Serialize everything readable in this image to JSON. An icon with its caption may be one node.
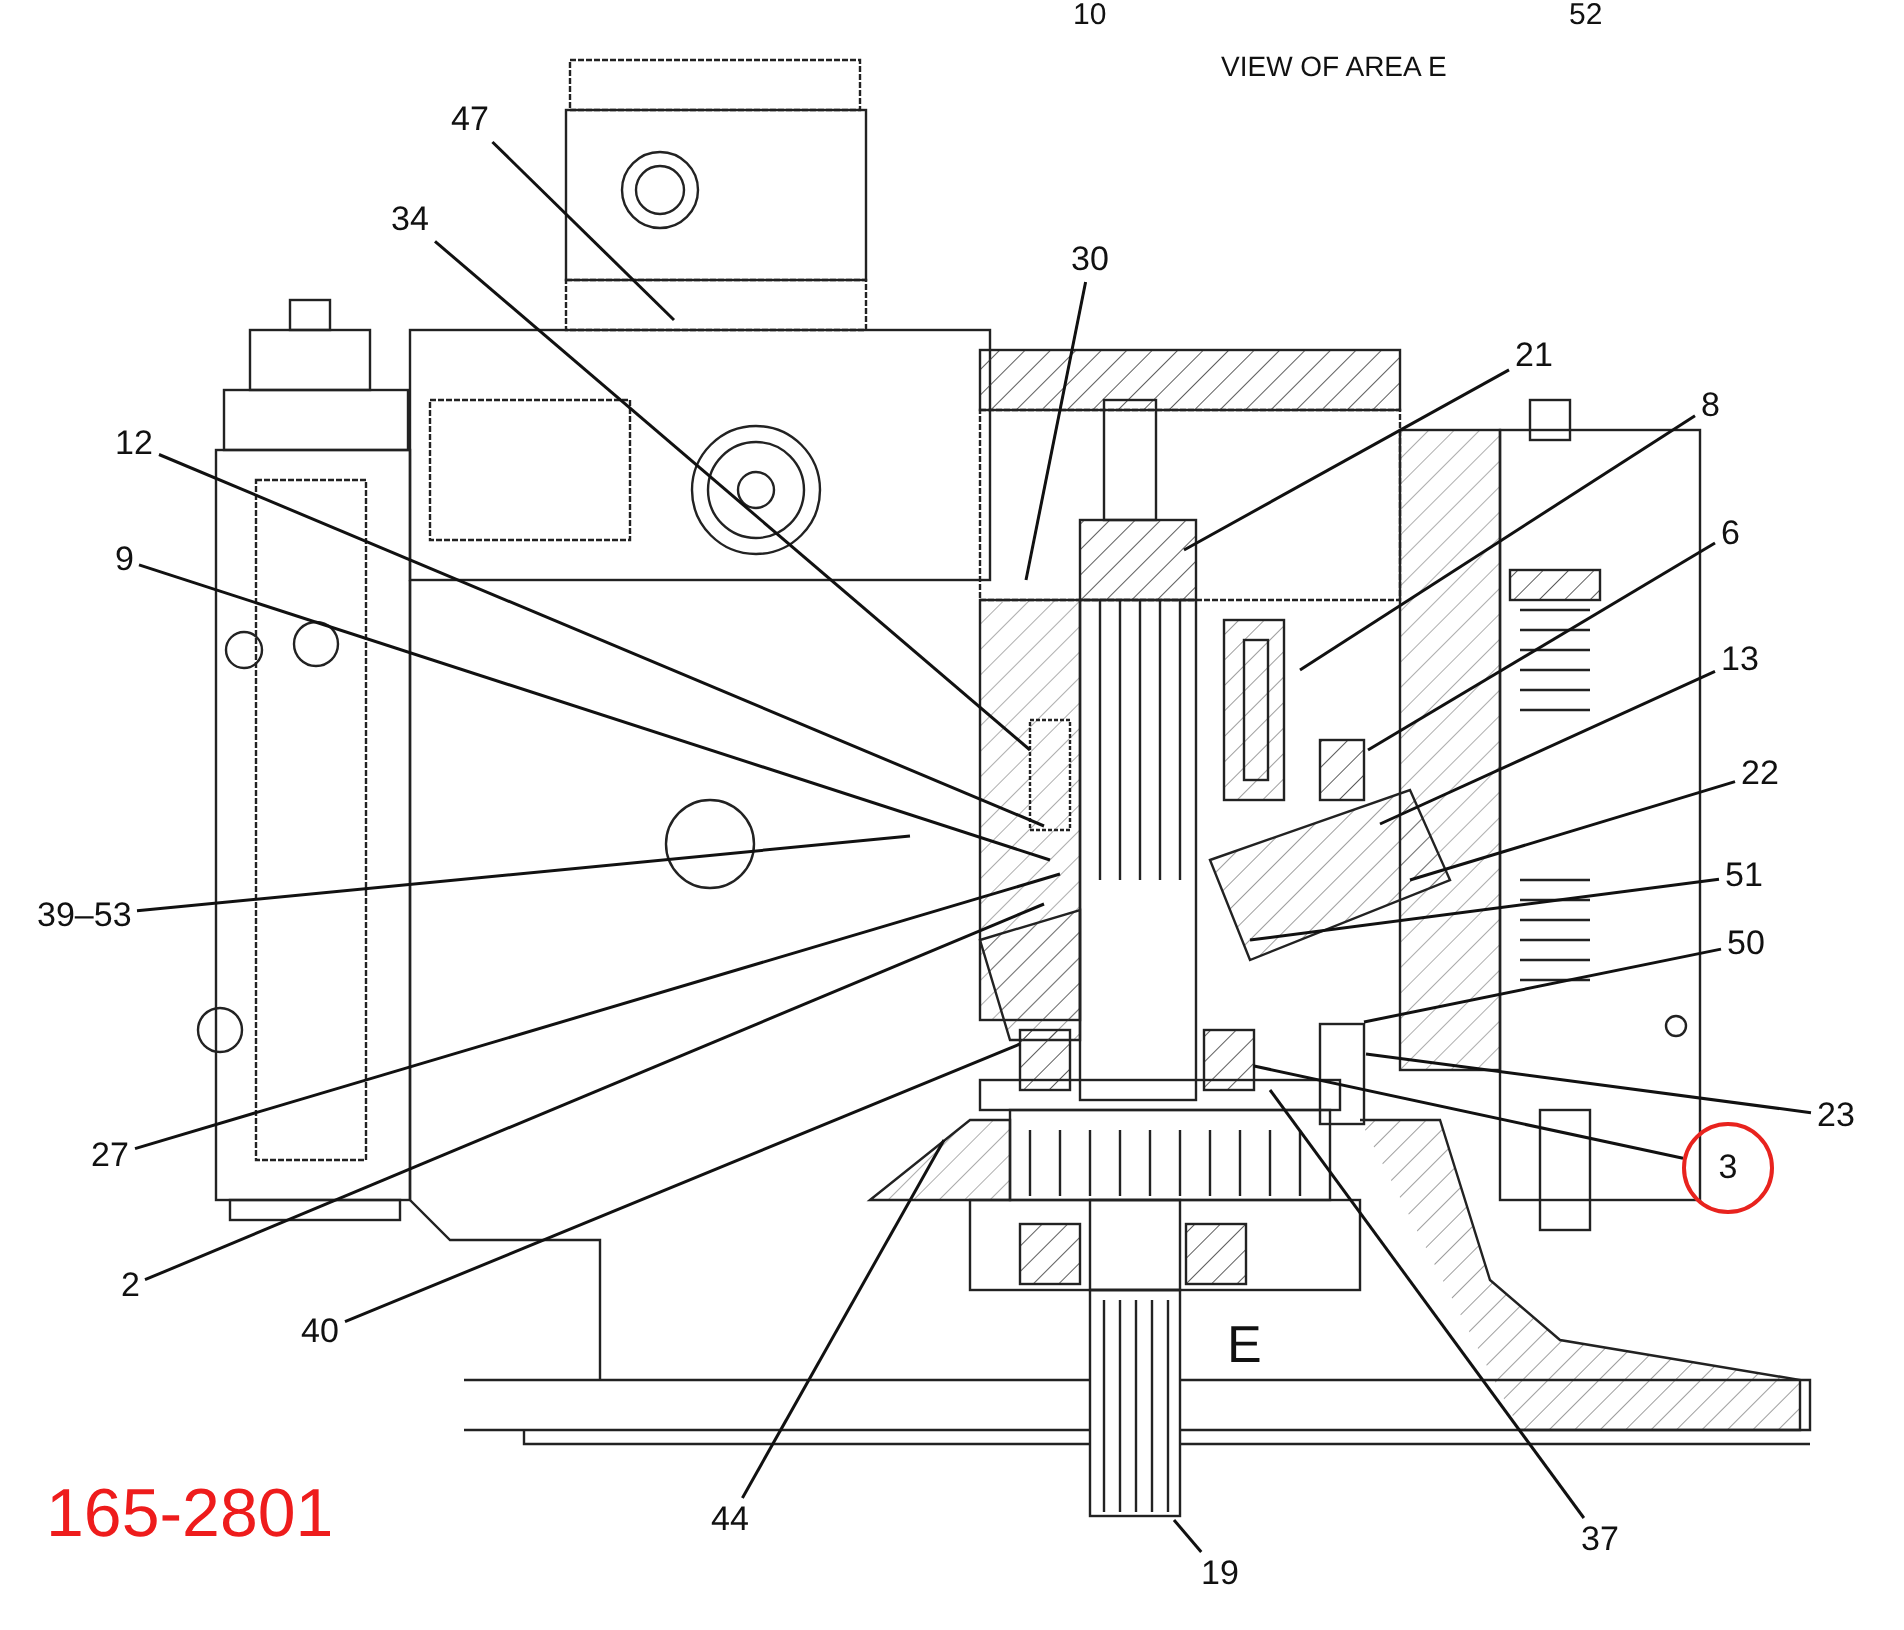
{
  "diagram": {
    "nodes": [
      {
        "text": [
          "47"
        ]
      },
      {
        "text": [
          "34"
        ]
      },
      {
        "text": [
          "30"
        ]
      },
      {
        "text": [
          "21"
        ]
      },
      {
        "text": [
          "8"
        ]
      },
      {
        "text": [
          "12"
        ]
      },
      {
        "text": [
          "6"
        ]
      },
      {
        "text": [
          "9"
        ]
      },
      {
        "text": [
          "13"
        ]
      },
      {
        "text": [
          "22"
        ]
      },
      {
        "text": [
          "39–53"
        ]
      },
      {
        "text": [
          "51"
        ]
      },
      {
        "text": [
          "50"
        ]
      },
      {
        "text": [
          "23"
        ]
      },
      {
        "text": [
          "27"
        ]
      },
      {
        "text": [
          "3"
        ]
      },
      {
        "text": [
          "2"
        ]
      },
      {
        "text": [
          "40"
        ]
      },
      {
        "text": [
          "44"
        ]
      },
      {
        "text": [
          "37"
        ]
      },
      {
        "text": [
          "19"
        ]
      }
    ],
    "edges": [
      {
        "from": 0,
        "to": null,
        "arrow": "none"
      },
      {
        "from": 1,
        "to": null,
        "arrow": "none"
      },
      {
        "from": 2,
        "to": null,
        "arrow": "none"
      },
      {
        "from": 3,
        "to": null,
        "arrow": "none"
      },
      {
        "from": 4,
        "to": null,
        "arrow": "none"
      },
      {
        "from": 5,
        "to": null,
        "arrow": "none"
      },
      {
        "from": 6,
        "to": null,
        "arrow": "none"
      },
      {
        "from": 7,
        "to": null,
        "arrow": "none"
      },
      {
        "from": 8,
        "to": null,
        "arrow": "none"
      },
      {
        "from": 9,
        "to": null,
        "arrow": "none"
      },
      {
        "from": 10,
        "to": null,
        "arrow": "none"
      },
      {
        "from": 11,
        "to": null,
        "arrow": "none"
      },
      {
        "from": 12,
        "to": null,
        "arrow": "none"
      },
      {
        "from": 13,
        "to": null,
        "arrow": "none"
      },
      {
        "from": 14,
        "to": null,
        "arrow": "none"
      },
      {
        "from": 15,
        "to": null,
        "arrow": "none"
      },
      {
        "from": 16,
        "to": null,
        "arrow": "none"
      },
      {
        "from": 17,
        "to": null,
        "arrow": "none"
      },
      {
        "from": 18,
        "to": null,
        "arrow": "none"
      },
      {
        "from": 19,
        "to": null,
        "arrow": "none"
      },
      {
        "from": 20,
        "to": null,
        "arrow": "none"
      }
    ],
    "labels": [
      "10",
      "52",
      "VIEW OF AREA E",
      "E",
      "165-2801"
    ]
  }
}
